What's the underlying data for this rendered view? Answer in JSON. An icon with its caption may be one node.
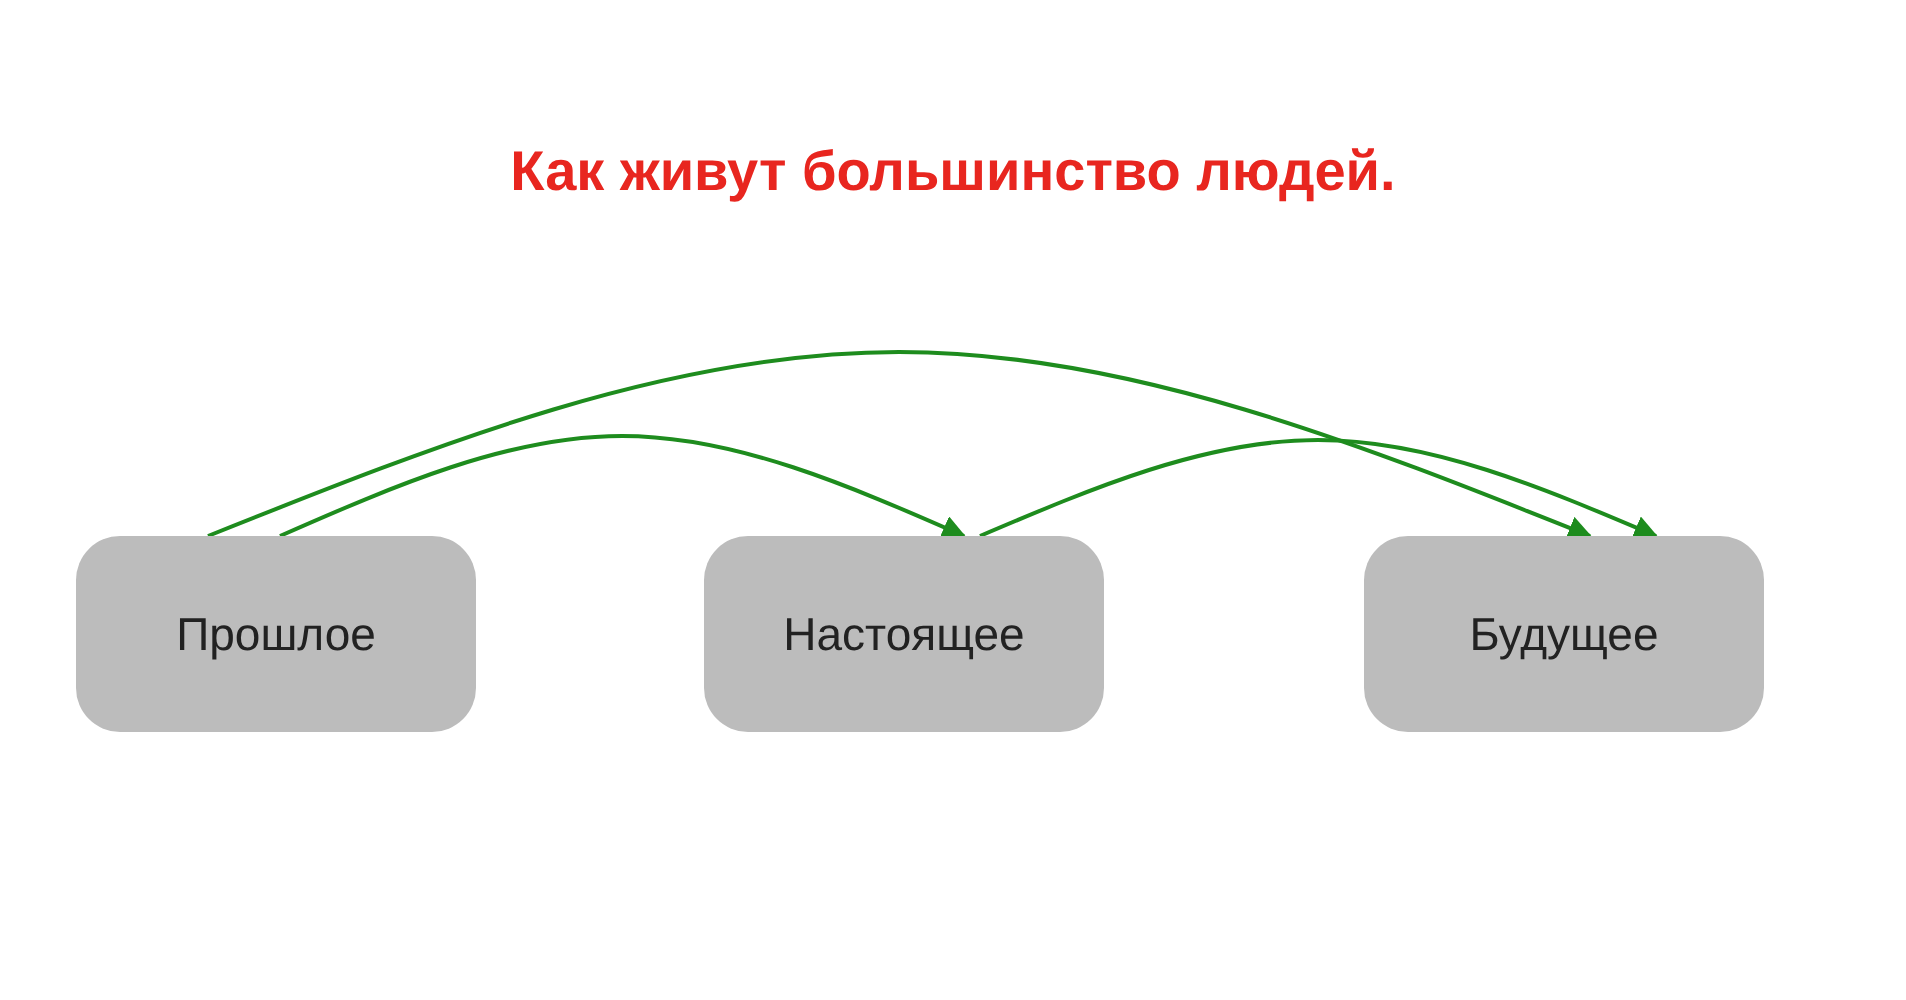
{
  "diagram": {
    "title": "Как живут большинство людей.",
    "nodes": [
      {
        "text": [
          "Прошлое"
        ]
      },
      {
        "text": [
          "Настоящее"
        ]
      },
      {
        "text": [
          "Будущее"
        ]
      }
    ],
    "edges": [
      {
        "from": 0,
        "to": 2,
        "arrow": "to"
      },
      {
        "from": 0,
        "to": 1,
        "arrow": "to"
      },
      {
        "from": 1,
        "to": 2,
        "arrow": "to"
      }
    ]
  }
}
